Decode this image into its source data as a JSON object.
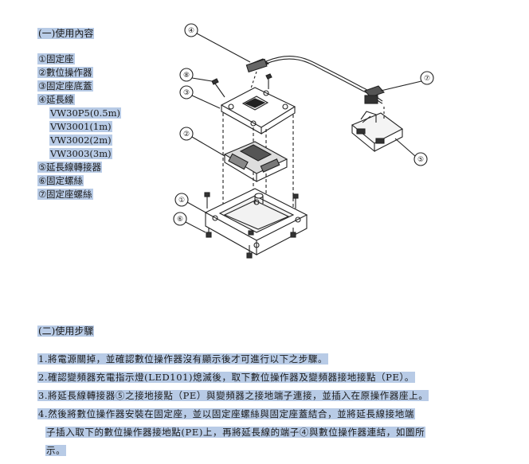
{
  "section1_title": "(一)使用內容",
  "parts": [
    {
      "marker": "①",
      "label": "固定座"
    },
    {
      "marker": "②",
      "label": "數位操作器"
    },
    {
      "marker": "③",
      "label": "固定座底蓋"
    },
    {
      "marker": "④",
      "label": "延長線"
    },
    {
      "marker": "",
      "label": "VW30P5(0.5m)"
    },
    {
      "marker": "",
      "label": "VW3001(1m)"
    },
    {
      "marker": "",
      "label": "VW3002(2m)"
    },
    {
      "marker": "",
      "label": "VW3003(3m)"
    },
    {
      "marker": "⑤",
      "label": "延長線轉接器"
    },
    {
      "marker": "⑥",
      "label": "固定螺絲"
    },
    {
      "marker": "⑦",
      "label": "固定座螺絲"
    }
  ],
  "callouts": [
    "④",
    "⑧",
    "③",
    "②",
    "⑦",
    "⑤",
    "①",
    "⑥"
  ],
  "section2_title": "(二)使用步驟",
  "steps": [
    "1.將電源關掉，並確認數位操作器沒有顯示後才可進行以下之步驟。",
    "2.確認變頻器充電指示燈(LED101)熄滅後，取下數位操作器及變頻器接地接點（PE）。",
    "3.將延長線轉接器⑤之接地接點（PE）與變頻器之接地端子連接，並插入在原操作器座上。",
    "4.然後將數位操作器安裝在固定座，並以固定座螺絲與固定座蓋結合，並將延長線接地端",
    "子插入取下的數位操作器接地點(PE)上，再將延長線的端子④與數位操作器連結，如圖所",
    "示。"
  ]
}
